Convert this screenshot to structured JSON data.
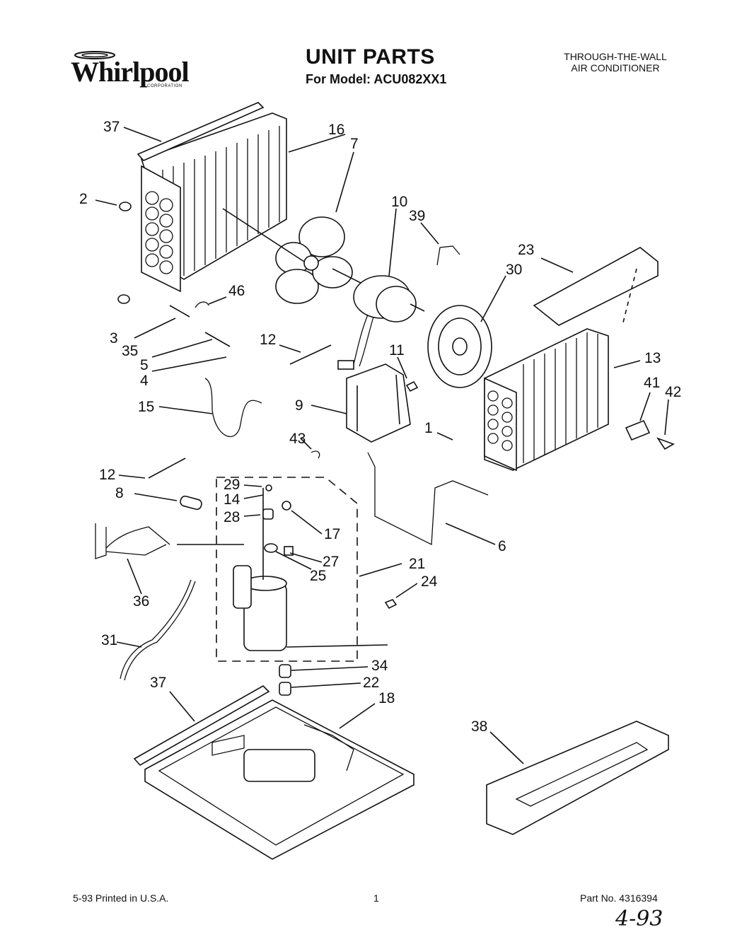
{
  "header": {
    "brand": "Whirlpool",
    "brand_sub": "CORPORATION",
    "title": "UNIT PARTS",
    "subtitle": "For Model: ACU082XX1",
    "product_line1": "THROUGH-THE-WALL",
    "product_line2": "AIR CONDITIONER"
  },
  "callouts": [
    "37",
    "16",
    "7",
    "2",
    "10",
    "39",
    "23",
    "30",
    "3",
    "46",
    "35",
    "5",
    "4",
    "12",
    "11",
    "13",
    "41",
    "42",
    "15",
    "9",
    "1",
    "43",
    "12",
    "29",
    "14",
    "8",
    "28",
    "17",
    "27",
    "6",
    "25",
    "21",
    "36",
    "24",
    "31",
    "34",
    "37",
    "22",
    "18",
    "38"
  ],
  "footer": {
    "printed": "5-93 Printed in U.S.A.",
    "page": "1",
    "part_no": "Part No. 4316394",
    "handwritten": "4-93"
  }
}
